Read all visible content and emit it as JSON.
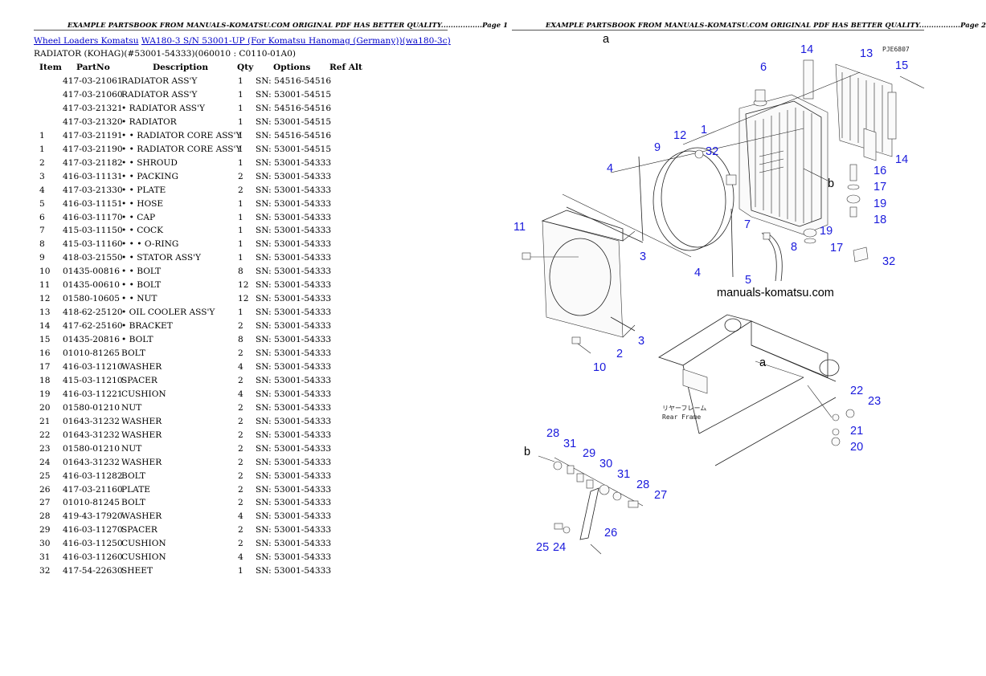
{
  "page1": {
    "header": "EXAMPLE PARTSBOOK FROM MANUALS-KOMATSU.COM ORIGINAL PDF HAS BETTER QUALITY.................Page 1",
    "link_model": "Wheel Loaders Komatsu",
    "link_serial": "WA180-3 S/N 53001-UP (For Komatsu Hanomag (Germany))(wa180-3c)",
    "subtitle": "RADIATOR (KOHAG)(#53001-54333)(060010 : C0110-01A0)",
    "columns": {
      "item": "Item",
      "partno": "PartNo",
      "description": "Description",
      "qty": "Qty",
      "options": "Options",
      "refalt": "Ref Alt"
    },
    "rows": [
      {
        "item": "",
        "partno": "417-03-21061",
        "description": "RADIATOR ASS'Y",
        "qty": "1",
        "options": "SN: 54516-54516"
      },
      {
        "item": "",
        "partno": "417-03-21060",
        "description": "RADIATOR ASS'Y",
        "qty": "1",
        "options": "SN: 53001-54515"
      },
      {
        "item": "",
        "partno": "417-03-21321",
        "description": "• RADIATOR ASS'Y",
        "qty": "1",
        "options": "SN: 54516-54516"
      },
      {
        "item": "",
        "partno": "417-03-21320",
        "description": "• RADIATOR",
        "qty": "1",
        "options": "SN: 53001-54515"
      },
      {
        "item": "1",
        "partno": "417-03-21191",
        "description": "• • RADIATOR CORE ASS'Y",
        "qty": "1",
        "options": "SN: 54516-54516"
      },
      {
        "item": "1",
        "partno": "417-03-21190",
        "description": "• • RADIATOR CORE ASS'Y",
        "qty": "1",
        "options": "SN: 53001-54515"
      },
      {
        "item": "2",
        "partno": "417-03-21182",
        "description": "• • SHROUD",
        "qty": "1",
        "options": "SN: 53001-54333"
      },
      {
        "item": "3",
        "partno": "416-03-11131",
        "description": "• • PACKING",
        "qty": "2",
        "options": "SN: 53001-54333"
      },
      {
        "item": "4",
        "partno": "417-03-21330",
        "description": "• • PLATE",
        "qty": "2",
        "options": "SN: 53001-54333"
      },
      {
        "item": "5",
        "partno": "416-03-11151",
        "description": "• • HOSE",
        "qty": "1",
        "options": "SN: 53001-54333"
      },
      {
        "item": "6",
        "partno": "416-03-11170",
        "description": "• • CAP",
        "qty": "1",
        "options": "SN: 53001-54333"
      },
      {
        "item": "7",
        "partno": "415-03-11150",
        "description": "• • COCK",
        "qty": "1",
        "options": "SN: 53001-54333"
      },
      {
        "item": "8",
        "partno": "415-03-11160",
        "description": "• • • O-RING",
        "qty": "1",
        "options": "SN: 53001-54333"
      },
      {
        "item": "9",
        "partno": "418-03-21550",
        "description": "• • STATOR ASS'Y",
        "qty": "1",
        "options": "SN: 53001-54333"
      },
      {
        "item": "10",
        "partno": "01435-00816",
        "description": "• • BOLT",
        "qty": "8",
        "options": "SN: 53001-54333"
      },
      {
        "item": "11",
        "partno": "01435-00610",
        "description": "• • BOLT",
        "qty": "12",
        "options": "SN: 53001-54333"
      },
      {
        "item": "12",
        "partno": "01580-10605",
        "description": "• • NUT",
        "qty": "12",
        "options": "SN: 53001-54333"
      },
      {
        "item": "13",
        "partno": "418-62-25120",
        "description": "• OIL COOLER ASS'Y",
        "qty": "1",
        "options": "SN: 53001-54333"
      },
      {
        "item": "14",
        "partno": "417-62-25160",
        "description": "• BRACKET",
        "qty": "2",
        "options": "SN: 53001-54333"
      },
      {
        "item": "15",
        "partno": "01435-20816",
        "description": "• BOLT",
        "qty": "8",
        "options": "SN: 53001-54333"
      },
      {
        "item": "16",
        "partno": "01010-81265",
        "description": "BOLT",
        "qty": "2",
        "options": "SN: 53001-54333"
      },
      {
        "item": "17",
        "partno": "416-03-11210",
        "description": "WASHER",
        "qty": "4",
        "options": "SN: 53001-54333"
      },
      {
        "item": "18",
        "partno": "415-03-11210",
        "description": "SPACER",
        "qty": "2",
        "options": "SN: 53001-54333"
      },
      {
        "item": "19",
        "partno": "416-03-11221",
        "description": "CUSHION",
        "qty": "4",
        "options": "SN: 53001-54333"
      },
      {
        "item": "20",
        "partno": "01580-01210",
        "description": "NUT",
        "qty": "2",
        "options": "SN: 53001-54333"
      },
      {
        "item": "21",
        "partno": "01643-31232",
        "description": "WASHER",
        "qty": "2",
        "options": "SN: 53001-54333"
      },
      {
        "item": "22",
        "partno": "01643-31232",
        "description": "WASHER",
        "qty": "2",
        "options": "SN: 53001-54333"
      },
      {
        "item": "23",
        "partno": "01580-01210",
        "description": "NUT",
        "qty": "2",
        "options": "SN: 53001-54333"
      },
      {
        "item": "24",
        "partno": "01643-31232",
        "description": "WASHER",
        "qty": "2",
        "options": "SN: 53001-54333"
      },
      {
        "item": "25",
        "partno": "416-03-11282",
        "description": "BOLT",
        "qty": "2",
        "options": "SN: 53001-54333"
      },
      {
        "item": "26",
        "partno": "417-03-21160",
        "description": "PLATE",
        "qty": "2",
        "options": "SN: 53001-54333"
      },
      {
        "item": "27",
        "partno": "01010-81245",
        "description": "BOLT",
        "qty": "2",
        "options": "SN: 53001-54333"
      },
      {
        "item": "28",
        "partno": "419-43-17920",
        "description": "WASHER",
        "qty": "4",
        "options": "SN: 53001-54333"
      },
      {
        "item": "29",
        "partno": "416-03-11270",
        "description": "SPACER",
        "qty": "2",
        "options": "SN: 53001-54333"
      },
      {
        "item": "30",
        "partno": "416-03-11250",
        "description": "CUSHION",
        "qty": "2",
        "options": "SN: 53001-54333"
      },
      {
        "item": "31",
        "partno": "416-03-11260",
        "description": "CUSHION",
        "qty": "4",
        "options": "SN: 53001-54333"
      },
      {
        "item": "32",
        "partno": "417-54-22630",
        "description": "SHEET",
        "qty": "1",
        "options": "SN: 53001-54333"
      }
    ]
  },
  "page2": {
    "header": "EXAMPLE PARTSBOOK FROM MANUALS-KOMATSU.COM ORIGINAL PDF HAS BETTER QUALITY.................Page 2",
    "diagram": {
      "code": "PJE6807",
      "watermark": "manuals-komatsu.com",
      "frame_label_jp": "リヤーフレーム",
      "frame_label_en": "Rear Frame",
      "ref_a": "a",
      "ref_b": "b",
      "callouts": [
        "1",
        "2",
        "3",
        "4",
        "5",
        "6",
        "7",
        "8",
        "9",
        "10",
        "11",
        "12",
        "13",
        "14",
        "15",
        "16",
        "17",
        "18",
        "19",
        "20",
        "21",
        "22",
        "23",
        "24",
        "25",
        "26",
        "27",
        "28",
        "29",
        "30",
        "31",
        "32"
      ]
    }
  }
}
